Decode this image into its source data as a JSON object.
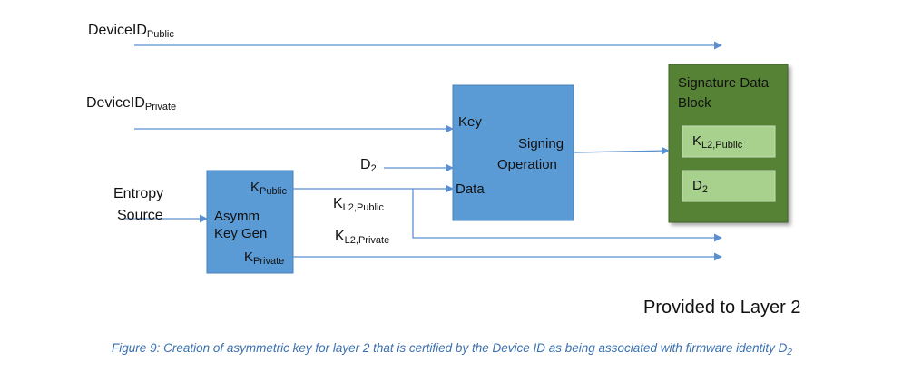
{
  "inputs": {
    "deviceid_public": {
      "main": "DeviceID",
      "sub": "Public"
    },
    "deviceid_private": {
      "main": "DeviceID",
      "sub": "Private"
    },
    "entropy_line1": "Entropy",
    "entropy_line2": "Source",
    "d2": {
      "main": "D",
      "sub": "2"
    }
  },
  "keygen": {
    "line1": "Asymm",
    "line2": "Key Gen",
    "kpublic": {
      "main": "K",
      "sub": "Public"
    },
    "kprivate": {
      "main": "K",
      "sub": "Private"
    }
  },
  "edge_labels": {
    "kl2_public": {
      "main": "K",
      "sub": "L2,Public"
    },
    "kl2_private": {
      "main": "K",
      "sub": "L2,Private"
    }
  },
  "signing": {
    "key_label": "Key",
    "data_label": "Data",
    "op_line1": "Signing",
    "op_line2": "Operation"
  },
  "signature_block": {
    "title_line1": "Signature Data",
    "title_line2": "Block",
    "item1": {
      "main": "K",
      "sub": "L2,Public"
    },
    "item2": {
      "main": "D",
      "sub": "2"
    }
  },
  "provided_label": "Provided to Layer 2",
  "caption": {
    "text": "Figure 9: Creation of asymmetric key for layer 2 that is certified by the Device ID as being associated with firmware identity",
    "tail_main": "D",
    "tail_sub": "2"
  },
  "colors": {
    "line": "#5b8fcf",
    "blue_box": "#5b9bd5",
    "blue_border": "#4a80b8",
    "green_outer": "#548235",
    "green_inner": "#a9d18e",
    "caption": "#3a6fae"
  }
}
